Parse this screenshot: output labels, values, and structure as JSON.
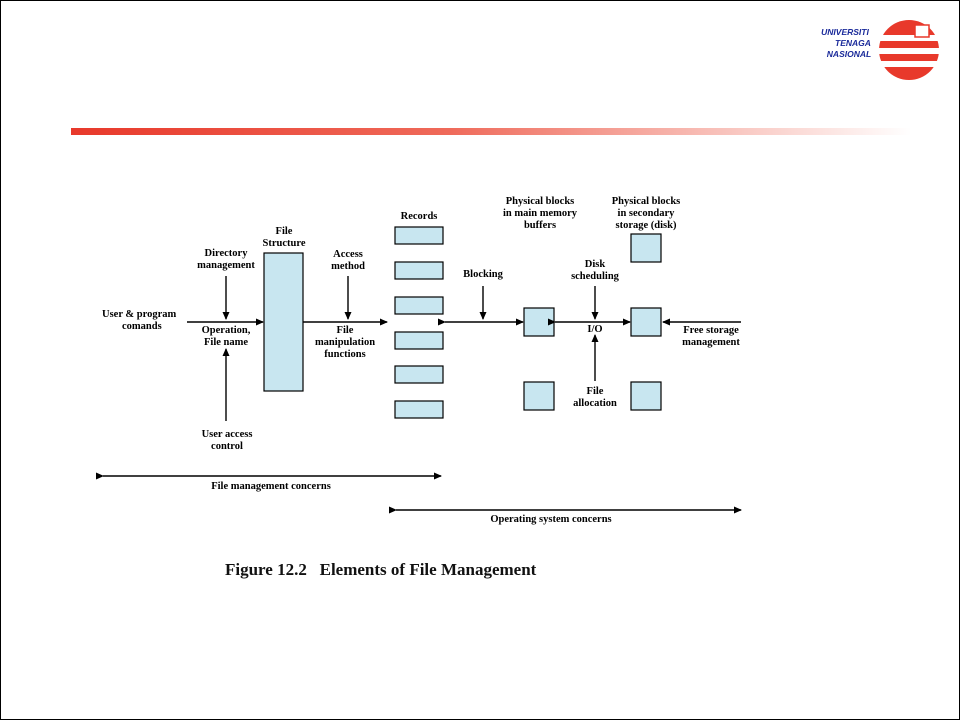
{
  "logo": {
    "line1": "UNIVERSITI",
    "line2": "TENAGA",
    "line3": "NASIONAL",
    "colors": {
      "circle": "#e8392b",
      "text": "#1a2a9a"
    }
  },
  "diagram": {
    "labels": {
      "user_program_commands": [
        "User & program",
        "comands"
      ],
      "directory_management": [
        "Directory",
        "management"
      ],
      "file_structure": [
        "File",
        "Structure"
      ],
      "access_method": [
        "Access",
        "method"
      ],
      "operation_file_name": [
        "Operation,",
        "File name"
      ],
      "file_manipulation_functions": [
        "File",
        "manipulation",
        "functions"
      ],
      "user_access_control": [
        "User access",
        "control"
      ],
      "records": [
        "Records"
      ],
      "blocking": [
        "Blocking"
      ],
      "physical_blocks_main_memory": [
        "Physical blocks",
        "in main memory",
        "buffers"
      ],
      "physical_blocks_secondary": [
        "Physical blocks",
        "in secondary",
        "storage (disk)"
      ],
      "disk_scheduling": [
        "Disk",
        "scheduling"
      ],
      "io": [
        "I/O"
      ],
      "file_allocation": [
        "File",
        "allocation"
      ],
      "free_storage_management": [
        "Free storage",
        "management"
      ],
      "file_management_concerns": [
        "File management concerns"
      ],
      "operating_system_concerns": [
        "Operating system concerns"
      ]
    },
    "colors": {
      "box_fill": "#c8e6f0",
      "accent_line": "#e8392b"
    }
  },
  "caption": {
    "number": "Figure 12.2",
    "title": "Elements of File Management"
  }
}
